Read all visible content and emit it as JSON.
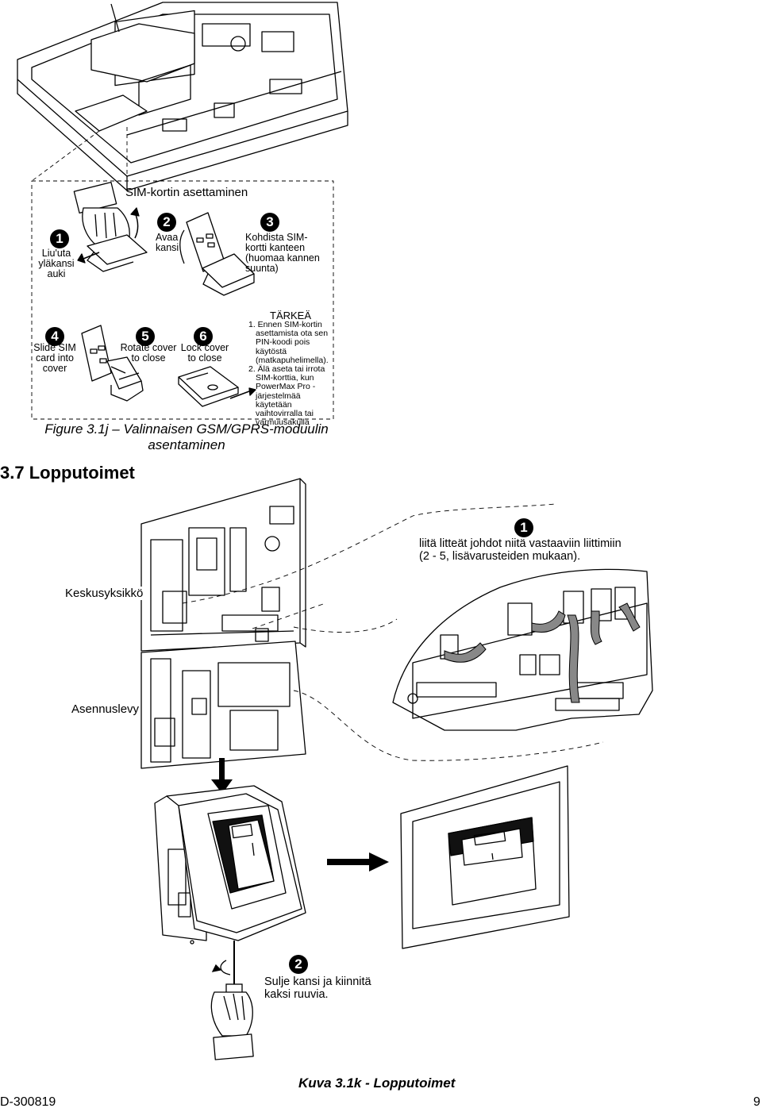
{
  "sim_section": {
    "title": "SIM-kortin asettaminen",
    "steps": [
      {
        "number": "1",
        "caption": [
          "Liu'uta",
          "yläkansi",
          "auki"
        ]
      },
      {
        "number": "2",
        "caption": [
          "Avaa",
          "kansi"
        ]
      },
      {
        "number": "3",
        "caption": [
          "Kohdista SIM-",
          "kortti kanteen",
          "(huomaa kannen",
          "suunta)"
        ]
      },
      {
        "number": "4",
        "caption": [
          "Slide SIM",
          "card into",
          "cover"
        ]
      },
      {
        "number": "5",
        "caption": [
          "Rotate cover",
          "to close"
        ]
      },
      {
        "number": "6",
        "caption": [
          "Lock cover",
          "to close"
        ]
      }
    ],
    "important": {
      "heading": "TÄRKEÄ",
      "lines": [
        "1. Ennen SIM-kortin",
        "asettamista ota sen",
        "PIN-koodi pois",
        "käytöstä",
        "(matkapuhelimella).",
        "2. Älä aseta tai irrota",
        "SIM-korttia, kun",
        "PowerMax Pro -",
        "järjestelmää",
        "käytetään",
        "vaihtovirralla tai",
        "varmuusakulla"
      ]
    },
    "figure_caption": [
      "Figure 3.1j – Valinnaisen GSM/GPRS-moduulin",
      "asentaminen"
    ]
  },
  "section_heading": "3.7 Lopputoimet",
  "final_section": {
    "label_unit": "Keskusyksikkö",
    "label_plate": "Asennuslevy",
    "step1": {
      "number": "1",
      "text": [
        "liitä litteät johdot niitä vastaaviin liittimiin",
        "(2 - 5, lisävarusteiden mukaan)."
      ]
    },
    "step2": {
      "number": "2",
      "text": [
        "Sulje kansi ja kiinnitä",
        "kaksi ruuvia."
      ]
    },
    "figure_caption": "Kuva 3.1k - Lopputoimet"
  },
  "footer": {
    "doc_id": "D-300819",
    "page": "9"
  },
  "icons": {
    "arrow": "arrow-icon",
    "hand": "hand-icon",
    "screwdriver": "screwdriver-icon"
  }
}
